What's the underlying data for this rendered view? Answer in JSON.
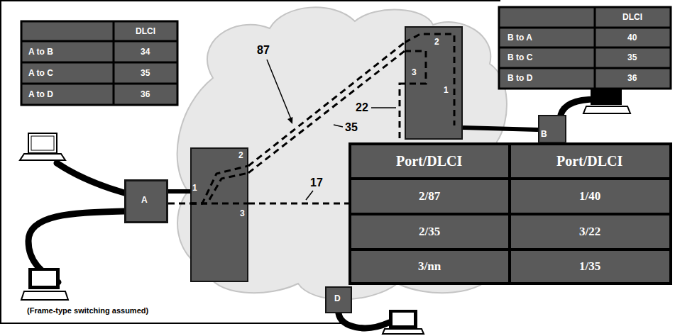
{
  "diagram": {
    "caption": "(Frame-type switching assumed)",
    "nodes": [
      {
        "text": [
          "A"
        ]
      },
      {
        "text": [
          "1",
          "2",
          "3"
        ]
      },
      {
        "text": [
          "2",
          "3",
          "1"
        ]
      },
      {
        "text": [
          "B"
        ]
      },
      {
        "text": [
          "D"
        ]
      }
    ],
    "edges": [
      {
        "from": 0,
        "to": 1,
        "arrow": "none"
      },
      {
        "from": 1,
        "to": 2,
        "arrow": "none"
      },
      {
        "from": 1,
        "to": 2,
        "arrow": "none"
      },
      {
        "from": 2,
        "to": 3,
        "arrow": "none"
      }
    ],
    "labels": [
      "DLCI",
      "A to B",
      "34",
      "A to C",
      "35",
      "A to D",
      "36",
      "87",
      "22",
      "35",
      "17",
      "DLCI",
      "B to A",
      "40",
      "B to C",
      "35",
      "B to D",
      "36",
      "Port/DLCI",
      "Port/DLCI",
      "2/87",
      "1/40",
      "2/35",
      "3/22",
      "3/nn",
      "1/35"
    ]
  }
}
